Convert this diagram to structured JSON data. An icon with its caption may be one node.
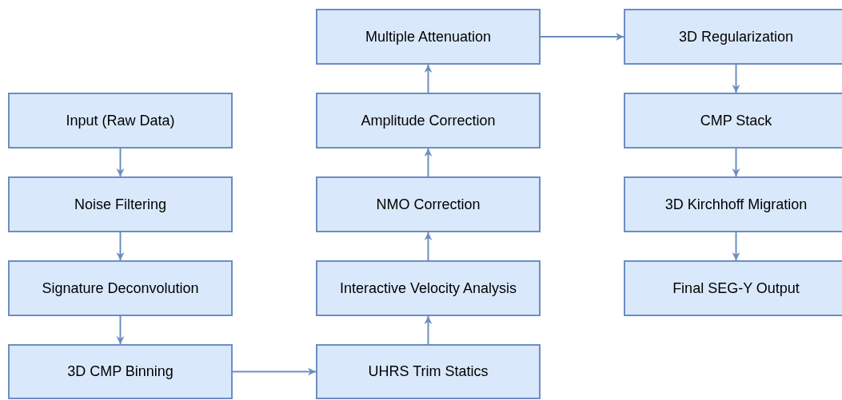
{
  "diagram": {
    "nodes": [
      {
        "text": [
          "Input (Raw Data)"
        ]
      },
      {
        "text": [
          "Noise Filtering"
        ]
      },
      {
        "text": [
          "Signature Deconvolution"
        ]
      },
      {
        "text": [
          "3D CMP Binning"
        ]
      },
      {
        "text": [
          "UHRS Trim Statics"
        ]
      },
      {
        "text": [
          "Interactive Velocity Analysis"
        ]
      },
      {
        "text": [
          "NMO Correction"
        ]
      },
      {
        "text": [
          "Amplitude Correction"
        ]
      },
      {
        "text": [
          "Multiple Attenuation"
        ]
      },
      {
        "text": [
          "3D Regularization"
        ]
      },
      {
        "text": [
          "CMP Stack"
        ]
      },
      {
        "text": [
          "3D Kirchhoff Migration"
        ]
      },
      {
        "text": [
          "Final SEG-Y Output"
        ]
      }
    ],
    "edges": [
      {
        "from": 0,
        "to": 1,
        "arrow": "to"
      },
      {
        "from": 1,
        "to": 2,
        "arrow": "to"
      },
      {
        "from": 2,
        "to": 3,
        "arrow": "to"
      },
      {
        "from": 3,
        "to": 4,
        "arrow": "to"
      },
      {
        "from": 4,
        "to": 5,
        "arrow": "to"
      },
      {
        "from": 5,
        "to": 6,
        "arrow": "to"
      },
      {
        "from": 6,
        "to": 7,
        "arrow": "to"
      },
      {
        "from": 7,
        "to": 8,
        "arrow": "to"
      },
      {
        "from": 8,
        "to": 9,
        "arrow": "to"
      },
      {
        "from": 9,
        "to": 10,
        "arrow": "to"
      },
      {
        "from": 10,
        "to": 11,
        "arrow": "to"
      },
      {
        "from": 11,
        "to": 12,
        "arrow": "to"
      }
    ]
  }
}
